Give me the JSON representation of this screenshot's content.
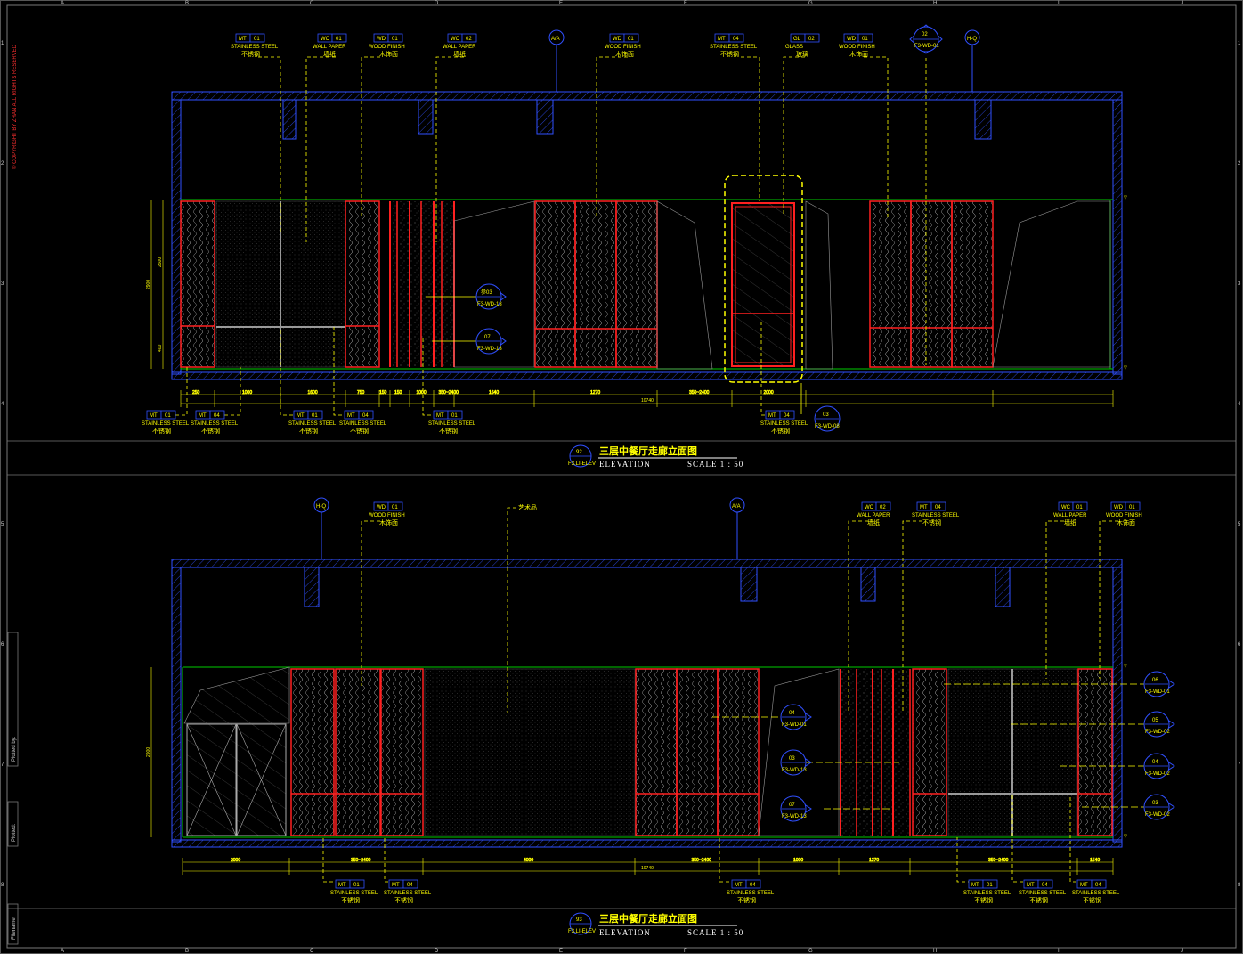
{
  "copyright": "© COPYRIGHT BY ZHAN ALL RIGHTS RESERVED",
  "side_labels": [
    "Plotted by:",
    "Plotted: ",
    "Filename"
  ],
  "grid_letters": [
    "A",
    "B",
    "C",
    "D",
    "E",
    "F",
    "G",
    "H",
    "I",
    "J"
  ],
  "grid_numbers": [
    "1",
    "2",
    "3",
    "4",
    "5",
    "6",
    "7",
    "8"
  ],
  "colors": {
    "frame": "#3050ff",
    "accent": "#ffff00",
    "red": "#ff2020",
    "green": "#00cc00"
  },
  "e1": {
    "number": "92",
    "title": "三层中餐厅走廊立面图",
    "ref": "F3.LI-ELEV",
    "elevation": "ELEVATION",
    "scale": "SCALE 1 : 50",
    "axis_left": "A/A",
    "axis_right": "H-Q",
    "callouts_top": [
      {
        "code": "MT",
        "num": "01",
        "en": "STAINLESS STEEL",
        "cn": "不锈钢"
      },
      {
        "code": "WC",
        "num": "01",
        "en": "WALL PAPER",
        "cn": "墙纸"
      },
      {
        "code": "WD",
        "num": "01",
        "en": "WOOD FINISH",
        "cn": "木饰面"
      },
      {
        "code": "WC",
        "num": "02",
        "en": "WALL PAPER",
        "cn": "墙纸"
      },
      {
        "code": "WD",
        "num": "01",
        "en": "WOOD FINISH",
        "cn": "木饰面"
      },
      {
        "code": "MT",
        "num": "04",
        "en": "STAINLESS STEEL",
        "cn": "不锈钢"
      },
      {
        "code": "GL",
        "num": "02",
        "en": "GLASS",
        "cn": "玻璃"
      },
      {
        "code": "WD",
        "num": "01",
        "en": "WOOD FINISH",
        "cn": "木饰面"
      }
    ],
    "callouts_bottom": [
      {
        "code": "MT",
        "num": "01",
        "en": "STAINLESS STEEL",
        "cn": "不锈钢"
      },
      {
        "code": "MT",
        "num": "04",
        "en": "STAINLESS STEEL",
        "cn": "不锈钢"
      },
      {
        "code": "MT",
        "num": "01",
        "en": "STAINLESS STEEL",
        "cn": "不锈钢"
      },
      {
        "code": "MT",
        "num": "04",
        "en": "STAINLESS STEEL",
        "cn": "不锈钢"
      },
      {
        "code": "MT",
        "num": "01",
        "en": "STAINLESS STEEL",
        "cn": "不锈钢"
      },
      {
        "code": "MT",
        "num": "04",
        "en": "STAINLESS STEEL",
        "cn": "不锈钢"
      }
    ],
    "detail_top": {
      "num": "02",
      "ref": "F3-WD-01"
    },
    "detail_a": {
      "num": "参03",
      "ref": "F3-WD-13"
    },
    "detail_b": {
      "num": "07",
      "ref": "F3-WD-13"
    },
    "detail_c": {
      "num": "03",
      "ref": "F3-WD-08"
    },
    "overall_dim": "10740",
    "dims": [
      "250",
      "1000",
      "1600",
      "750",
      "150",
      "150",
      "1000",
      "350~2400",
      "1640",
      "1270",
      "350~2400",
      "2000"
    ],
    "height_dims": [
      "2900",
      "2500",
      "400"
    ]
  },
  "e2": {
    "number": "93",
    "title": "三层中餐厅走廊立面图",
    "ref": "F3.LI-ELEV",
    "elevation": "ELEVATION",
    "scale": "SCALE 1 : 50",
    "axis_left": "H-Q",
    "axis_right": "A/A",
    "art_note": "艺术品",
    "callouts_top": [
      {
        "code": "WD",
        "num": "01",
        "en": "WOOD FINISH",
        "cn": "木饰面"
      },
      {
        "code": "WC",
        "num": "02",
        "en": "WALL PAPER",
        "cn": "墙纸"
      },
      {
        "code": "MT",
        "num": "04",
        "en": "STAINLESS STEEL",
        "cn": "不锈钢"
      },
      {
        "code": "WC",
        "num": "01",
        "en": "WALL PAPER",
        "cn": "墙纸"
      },
      {
        "code": "WD",
        "num": "01",
        "en": "WOOD FINISH",
        "cn": "木饰面"
      }
    ],
    "callouts_bottom": [
      {
        "code": "MT",
        "num": "01",
        "en": "STAINLESS STEEL",
        "cn": "不锈钢"
      },
      {
        "code": "MT",
        "num": "04",
        "en": "STAINLESS STEEL",
        "cn": "不锈钢"
      },
      {
        "code": "MT",
        "num": "04",
        "en": "STAINLESS STEEL",
        "cn": "不锈钢"
      },
      {
        "code": "MT",
        "num": "01",
        "en": "STAINLESS STEEL",
        "cn": "不锈钢"
      },
      {
        "code": "MT",
        "num": "04",
        "en": "STAINLESS STEEL",
        "cn": "不锈钢"
      },
      {
        "code": "MT",
        "num": "04",
        "en": "STAINLESS STEEL",
        "cn": "不锈钢"
      }
    ],
    "details_left": [
      {
        "num": "04",
        "ref": "F3-WD-01"
      },
      {
        "num": "03",
        "ref": "F3-WD-13"
      },
      {
        "num": "07",
        "ref": "F3-WD-13"
      }
    ],
    "details_right": [
      {
        "num": "06",
        "ref": "F3-WD-01"
      },
      {
        "num": "05",
        "ref": "F3-WD-02"
      },
      {
        "num": "04",
        "ref": "F3-WD-02"
      },
      {
        "num": "03",
        "ref": "F3-WD-02"
      }
    ],
    "overall_dim": "10740",
    "dims": [
      "2000",
      "350~2400",
      "4000",
      "350~2400",
      "1000",
      "1270",
      "350~2400",
      "1540"
    ],
    "height_dims": [
      "2900"
    ]
  }
}
